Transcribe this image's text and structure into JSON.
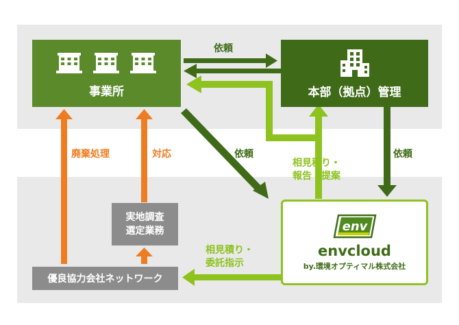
{
  "colors": {
    "background_band": "#e9e9ea",
    "office_green": "#5a8a2a",
    "hq_dark_green": "#3f6b18",
    "arrow_dark_green": "#3f6b18",
    "arrow_light_green": "#8dc21f",
    "arrow_orange": "#ee7d22",
    "gray_box": "#8c8c8c"
  },
  "nodes": {
    "office": {
      "label": "事業所",
      "icon": "building-icon"
    },
    "hq": {
      "label": "本部（拠点）管理",
      "icon": "office-tower-icon"
    },
    "survey": {
      "label_line1": "実地調査",
      "label_line2": "選定業務"
    },
    "network": {
      "label": "優良協力会社ネットワーク"
    },
    "envcloud": {
      "logo_text": "env",
      "name": "envcloud",
      "company": "by.環境オプティマル株式会社"
    }
  },
  "edges": {
    "office_to_hq": "依頼",
    "office_to_envcloud": "依頼",
    "hq_to_envcloud": "依頼",
    "envcloud_feedback_line1": "相見積り・",
    "envcloud_feedback_line2": "報告・提案",
    "envcloud_to_network_line1": "相見積り・",
    "envcloud_to_network_line2": "委託指示",
    "network_to_office_disposal": "廃棄処理",
    "survey_to_office_response": "対応"
  }
}
